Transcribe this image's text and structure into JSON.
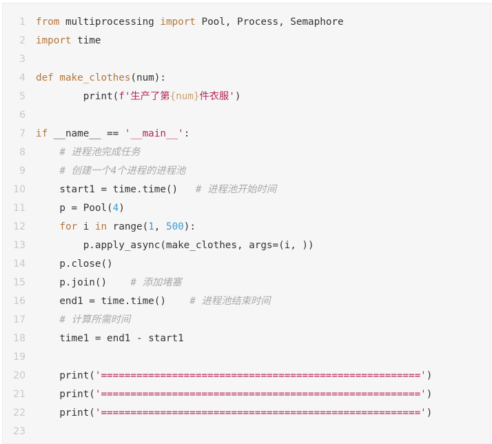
{
  "code_block": {
    "language": "python",
    "colors": {
      "background": "#f6f6f6",
      "keyword": "#b5753a",
      "string": "#b4245a",
      "number": "#3d9ad1",
      "interpolation": "#c7a172",
      "comment": "#a9a9a9",
      "plain": "#333333",
      "line_number": "#c8c8c8"
    },
    "lines": [
      {
        "n": "1",
        "tokens": [
          [
            "kw",
            "from"
          ],
          [
            "plain",
            " multiprocessing "
          ],
          [
            "kw",
            "import"
          ],
          [
            "plain",
            " Pool, Process, Semaphore"
          ]
        ]
      },
      {
        "n": "2",
        "tokens": [
          [
            "kw",
            "import"
          ],
          [
            "plain",
            " time"
          ]
        ]
      },
      {
        "n": "3",
        "tokens": []
      },
      {
        "n": "4",
        "tokens": [
          [
            "kw",
            "def"
          ],
          [
            "plain",
            " "
          ],
          [
            "kw",
            "make_clothes"
          ],
          [
            "plain",
            "(num):"
          ]
        ]
      },
      {
        "n": "5",
        "tokens": [
          [
            "plain",
            "        print("
          ],
          [
            "str",
            "f'生产了第"
          ],
          [
            "interp",
            "{num}"
          ],
          [
            "str",
            "件衣服'"
          ],
          [
            "plain",
            ")"
          ]
        ]
      },
      {
        "n": "6",
        "tokens": []
      },
      {
        "n": "7",
        "tokens": [
          [
            "kw",
            "if"
          ],
          [
            "plain",
            " __name__ == "
          ],
          [
            "str",
            "'__main__'"
          ],
          [
            "plain",
            ":"
          ]
        ]
      },
      {
        "n": "8",
        "tokens": [
          [
            "plain",
            "    "
          ],
          [
            "cmt",
            "# 进程池完成任务"
          ]
        ]
      },
      {
        "n": "9",
        "tokens": [
          [
            "plain",
            "    "
          ],
          [
            "cmt",
            "# 创建一个4个进程的进程池"
          ]
        ]
      },
      {
        "n": "10",
        "tokens": [
          [
            "plain",
            "    start1 = time.time()   "
          ],
          [
            "cmt",
            "# 进程池开始时间"
          ]
        ]
      },
      {
        "n": "11",
        "tokens": [
          [
            "plain",
            "    p = Pool("
          ],
          [
            "num",
            "4"
          ],
          [
            "plain",
            ")"
          ]
        ]
      },
      {
        "n": "12",
        "tokens": [
          [
            "plain",
            "    "
          ],
          [
            "kw",
            "for"
          ],
          [
            "plain",
            " i "
          ],
          [
            "kw",
            "in"
          ],
          [
            "plain",
            " range("
          ],
          [
            "num",
            "1"
          ],
          [
            "plain",
            ", "
          ],
          [
            "num",
            "500"
          ],
          [
            "plain",
            "):"
          ]
        ]
      },
      {
        "n": "13",
        "tokens": [
          [
            "plain",
            "        p.apply_async(make_clothes, args=(i, ))"
          ]
        ]
      },
      {
        "n": "14",
        "tokens": [
          [
            "plain",
            "    p.close()"
          ]
        ]
      },
      {
        "n": "15",
        "tokens": [
          [
            "plain",
            "    p.join()    "
          ],
          [
            "cmt",
            "# 添加堵塞"
          ]
        ]
      },
      {
        "n": "16",
        "tokens": [
          [
            "plain",
            "    end1 = time.time()    "
          ],
          [
            "cmt",
            "# 进程池结束时间"
          ]
        ]
      },
      {
        "n": "17",
        "tokens": [
          [
            "plain",
            "    "
          ],
          [
            "cmt",
            "# 计算所需时间"
          ]
        ]
      },
      {
        "n": "18",
        "tokens": [
          [
            "plain",
            "    time1 = end1 - start1"
          ]
        ]
      },
      {
        "n": "19",
        "tokens": []
      },
      {
        "n": "20",
        "tokens": [
          [
            "plain",
            "    print("
          ],
          [
            "str",
            "'======================================================'"
          ],
          [
            "plain",
            ")"
          ]
        ]
      },
      {
        "n": "21",
        "tokens": [
          [
            "plain",
            "    print("
          ],
          [
            "str",
            "'======================================================'"
          ],
          [
            "plain",
            ")"
          ]
        ]
      },
      {
        "n": "22",
        "tokens": [
          [
            "plain",
            "    print("
          ],
          [
            "str",
            "'======================================================'"
          ],
          [
            "plain",
            ")"
          ]
        ]
      },
      {
        "n": "23",
        "tokens": []
      }
    ]
  }
}
